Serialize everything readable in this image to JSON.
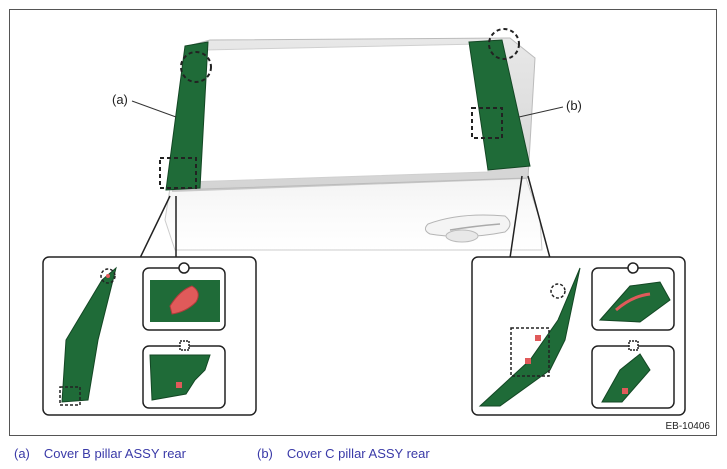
{
  "figure": {
    "code": "EB-10406",
    "callouts": {
      "a": "(a)",
      "b": "(b)"
    },
    "colors": {
      "cover": "#1f6b38",
      "cover_dark": "#165229",
      "clip": "#e05a5a",
      "legend_text": "#3a3aa8"
    }
  },
  "legend": {
    "items": [
      {
        "key": "(a)",
        "text": "Cover B pillar ASSY rear"
      },
      {
        "key": "(b)",
        "text": "Cover C pillar ASSY rear"
      }
    ]
  }
}
